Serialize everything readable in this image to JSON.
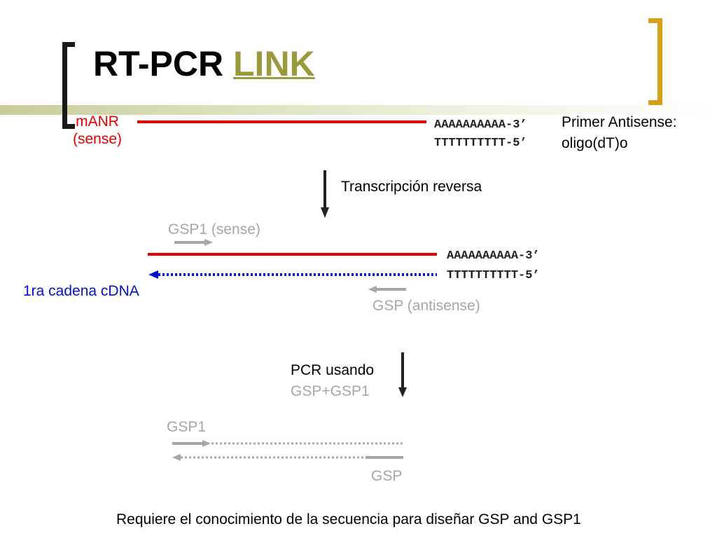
{
  "title": {
    "main": "RT-PCR",
    "link": "LINK"
  },
  "colors": {
    "mrna": "#e00000",
    "cdna": "#0010d0",
    "primer": "#a6a6a6",
    "arrow": "#222222",
    "title_link": "#9a9a3c",
    "bracket_right": "#d4a019"
  },
  "step1": {
    "mrna_label": "mANR",
    "mrna_sense": "(sense)",
    "polya": "AAAAAAAAAA-3’",
    "polyt": "TTTTTTTTTT-5’",
    "primer_label_1": "Primer Antisense:",
    "primer_label_2": "oligo(dT)o"
  },
  "arrow1_label": "Transcripción reversa",
  "step2": {
    "gsp1_label": "GSP1 (sense)",
    "polya": "AAAAAAAAAA-3’",
    "polyt": "TTTTTTTTTT-5’",
    "cdna_label": "1ra cadena cDNA",
    "gsp_label": "GSP (antisense)"
  },
  "arrow2_label": {
    "line1": "PCR usando",
    "line2": "GSP+GSP1"
  },
  "step3": {
    "gsp1_label": "GSP1",
    "gsp_label": "GSP"
  },
  "footer": "Requiere el conocimiento de la secuencia para diseñar GSP and GSP1"
}
